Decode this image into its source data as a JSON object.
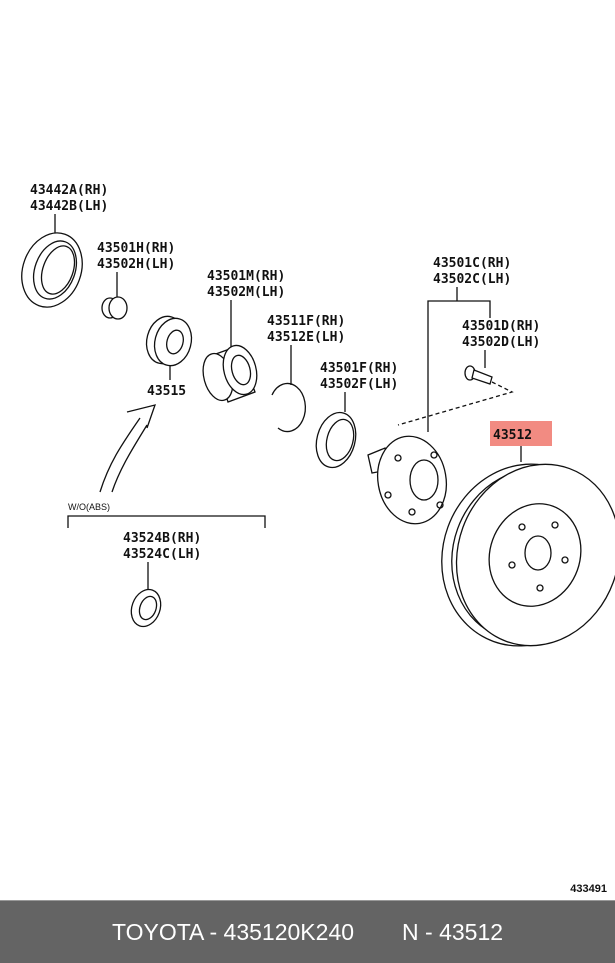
{
  "diagram": {
    "labels": {
      "p43442": [
        "43442A(RH)",
        "43442B(LH)"
      ],
      "p43501H": [
        "43501H(RH)",
        "43502H(LH)"
      ],
      "p43501M": [
        "43501M(RH)",
        "43502M(LH)"
      ],
      "p43511F": [
        "43511F(RH)",
        "43512E(LH)"
      ],
      "p43501F": [
        "43501F(RH)",
        "43502F(LH)"
      ],
      "p43501C": [
        "43501C(RH)",
        "43502C(LH)"
      ],
      "p43501D": [
        "43501D(RH)",
        "43502D(LH)"
      ],
      "p43524": [
        "43524B(RH)",
        "43524C(LH)"
      ],
      "p43515": "43515",
      "p43512": "43512",
      "wo_abs": "W/O(ABS)"
    },
    "highlight_color": "#f28b82",
    "diagram_code": "433491"
  },
  "footer": {
    "part": "TOYOTA - 435120K240",
    "ref": "N - 43512"
  }
}
